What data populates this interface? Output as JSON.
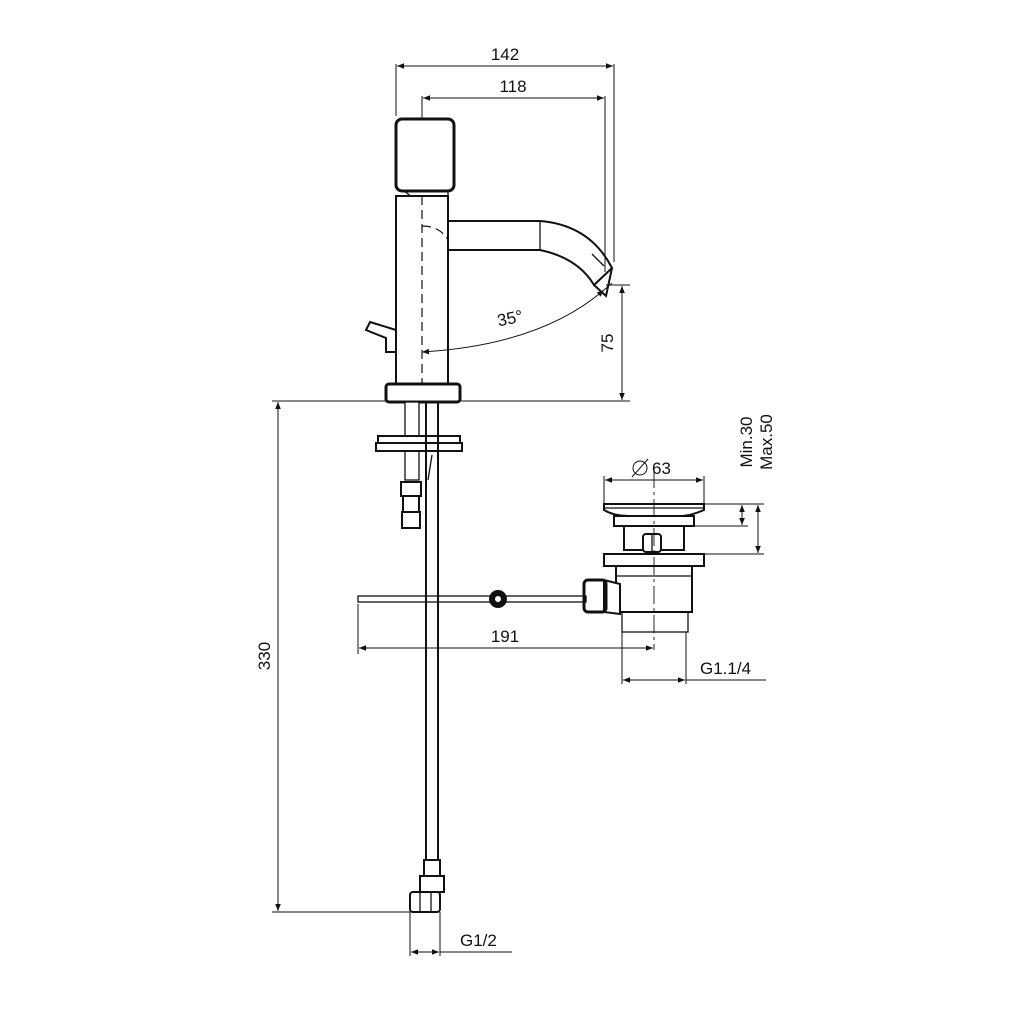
{
  "dimensions": {
    "overall_width": "142",
    "spout_reach": "118",
    "spout_angle": "35°",
    "spout_height": "75",
    "total_height": "330",
    "waste_diameter": "63",
    "waste_min": "Min.30",
    "waste_max": "Max.50",
    "rod_length": "191",
    "waste_thread": "G1.1/4",
    "inlet_thread": "G1/2"
  }
}
